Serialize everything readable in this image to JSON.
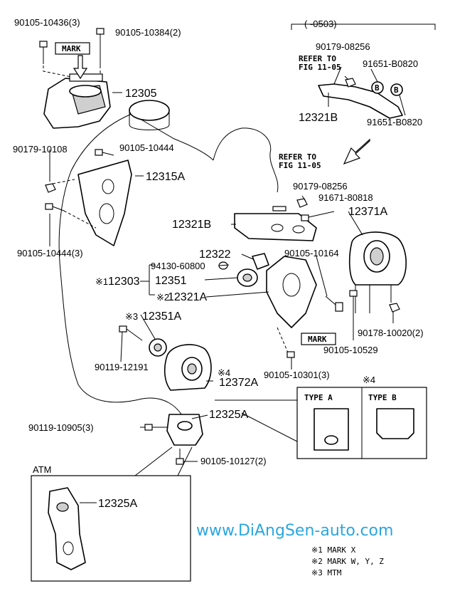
{
  "labels": {
    "p90105_10436": "90105-10436(3)",
    "p90105_10384": "90105-10384(2)",
    "mark_top": "MARK",
    "p12305": "12305",
    "p90179_10108": "90179-10108",
    "p90105_10444": "90105-10444",
    "p12315A": "12315A",
    "p90105_10444_3": "90105-10444(3)",
    "p12321B_mid": "12321B",
    "refer_mid_1": "REFER TO",
    "refer_mid_2": "FIG 11-05",
    "p90179_08256_mid": "90179-08256",
    "p91671_80818": "91671-80818",
    "p12371A": "12371A",
    "p12322": "12322",
    "p94130_60800": "94130-60800",
    "p12303": "12303",
    "note1_prefix": "※1",
    "p12351": "12351",
    "p12321A": "12321A",
    "note2_prefix": "※2",
    "p90105_10164": "90105-10164",
    "note3_prefix": "※3",
    "p12351A": "12351A",
    "mark_mid": "MARK",
    "p90105_10529": "90105-10529",
    "p90178_10020": "90178-10020(2)",
    "p90119_12191": "90119-12191",
    "note4_prefix_a": "※4",
    "p12372A": "12372A",
    "p90105_10301": "90105-10301(3)",
    "note4_prefix_b": "※4",
    "p12325A": "12325A",
    "p90119_10905": "90119-10905(3)",
    "p90105_10127": "90105-10127(2)",
    "atm": "ATM",
    "p12325A_atm": "12325A",
    "inset_range": "(      -0503)",
    "p90179_08256_inset": "90179-08256",
    "refer_inset_1": "REFER TO",
    "refer_inset_2": "FIG 11-05",
    "p91651_B0820_a": "91651-B0820",
    "p12321B_inset": "12321B",
    "p91651_B0820_b": "91651-B0820",
    "bolt_mark_b": "B"
  },
  "type_box": {
    "type_a": "TYPE A",
    "type_b": "TYPE B"
  },
  "watermark": "www.DiAngSen-auto.com",
  "notes": [
    "※1  MARK  X",
    "※2  MARK  W, Y, Z",
    "※3  MTM"
  ],
  "colors": {
    "watermark": "#2aa7e0",
    "line": "#000000"
  }
}
